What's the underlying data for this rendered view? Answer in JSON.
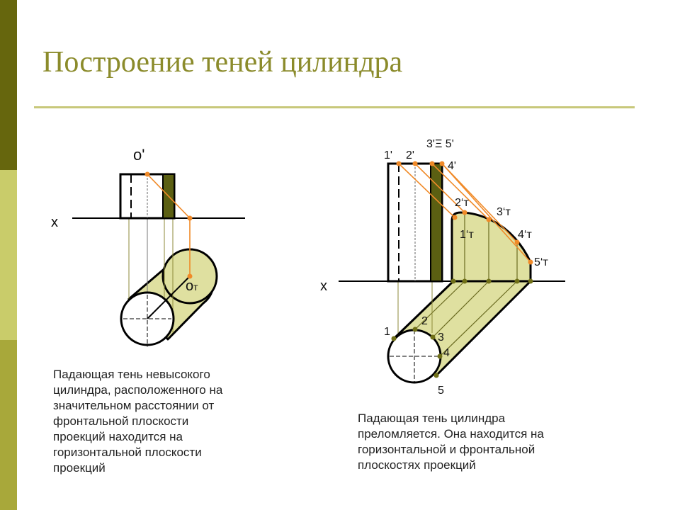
{
  "slide": {
    "title": "Построение теней цилиндра",
    "colors": {
      "sidebar_top": "#66660d",
      "sidebar_middle": "#c9cc6a",
      "sidebar_bottom": "#a8a83a",
      "title_text": "#8b8b2b",
      "title_rule": "#c8c87a",
      "shadow_fill": "#dfe0a0",
      "dark_shade": "#5b5f12",
      "ray_lines": "#f08a28",
      "construction_lines": "#8c8a3a",
      "points": "#707018"
    }
  },
  "figure_left": {
    "labels": {
      "top_point": "o'",
      "axis": "x",
      "shadow_point_base": "o",
      "shadow_point_sub": "т"
    },
    "caption": "Падающая тень невысокого\nцилиндра, расположенного на\nзначительном расстоянии от\nфронтальной плоскости\nпроекций находится на\nгоризонтальной плоскости\nпроекций"
  },
  "figure_right": {
    "labels": {
      "axis": "x",
      "p1_front": "1'",
      "p2_front": "2'",
      "p35_front": "3'Ξ 5'",
      "p4_front": "4'",
      "p1_shadow": "1‘т",
      "p2_shadow": "2‘т",
      "p3_shadow": "3‘т",
      "p4_shadow": "4‘т",
      "p5_shadow": "5‘т",
      "p1_plan": "1",
      "p2_plan": "2",
      "p3_plan": "3",
      "p4_plan": "4",
      "p5_plan": "5"
    },
    "caption": "Падающая тень цилиндра\nпреломляется. Она находится на\nгоризонтальной  и фронтальной\nплоскостях проекций"
  }
}
